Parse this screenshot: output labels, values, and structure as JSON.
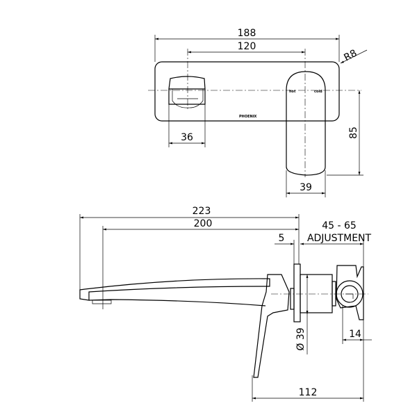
{
  "front_view": {
    "dims": {
      "overall_width": "188",
      "centres": "120",
      "radius": "R8",
      "handle_width": "36",
      "spout_width": "39",
      "spout_height": "85"
    },
    "labels": {
      "hot": "hot",
      "cold": "cold",
      "brand": "PHOENIX"
    }
  },
  "side_view": {
    "dims": {
      "overall_length": "223",
      "spout_reach": "200",
      "plate": "5",
      "adjustment_range": "45 - 65",
      "adjustment_label": "ADJUSTMENT",
      "diameter": "Ø 39",
      "offset": "14",
      "depth": "112"
    }
  }
}
